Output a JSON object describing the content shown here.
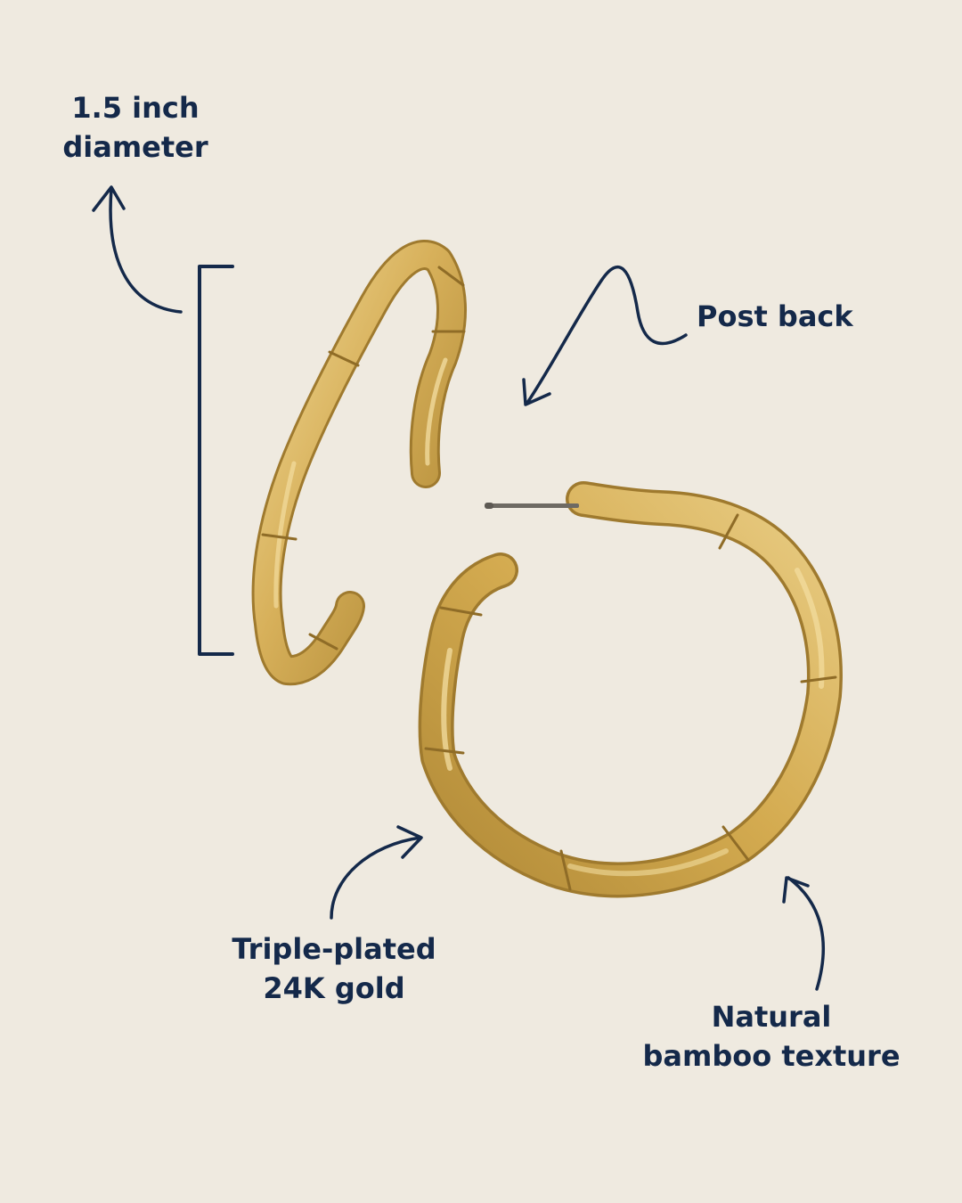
{
  "colors": {
    "background": "#efeae0",
    "ink": "#14294a",
    "gold_light": "#ead08a",
    "gold_mid": "#d2ab52",
    "gold_dark": "#9f7a2e"
  },
  "callouts": {
    "diameter": {
      "line1": "1.5 inch",
      "line2": "diameter"
    },
    "post_back": {
      "line1": "Post back"
    },
    "plating": {
      "line1": "Triple-plated",
      "line2": "24K gold"
    },
    "texture": {
      "line1": "Natural",
      "line2": "bamboo texture"
    }
  },
  "product": {
    "item": "bamboo hoop earrings",
    "pieces": [
      "hoop-side-view",
      "hoop-front-view"
    ]
  }
}
